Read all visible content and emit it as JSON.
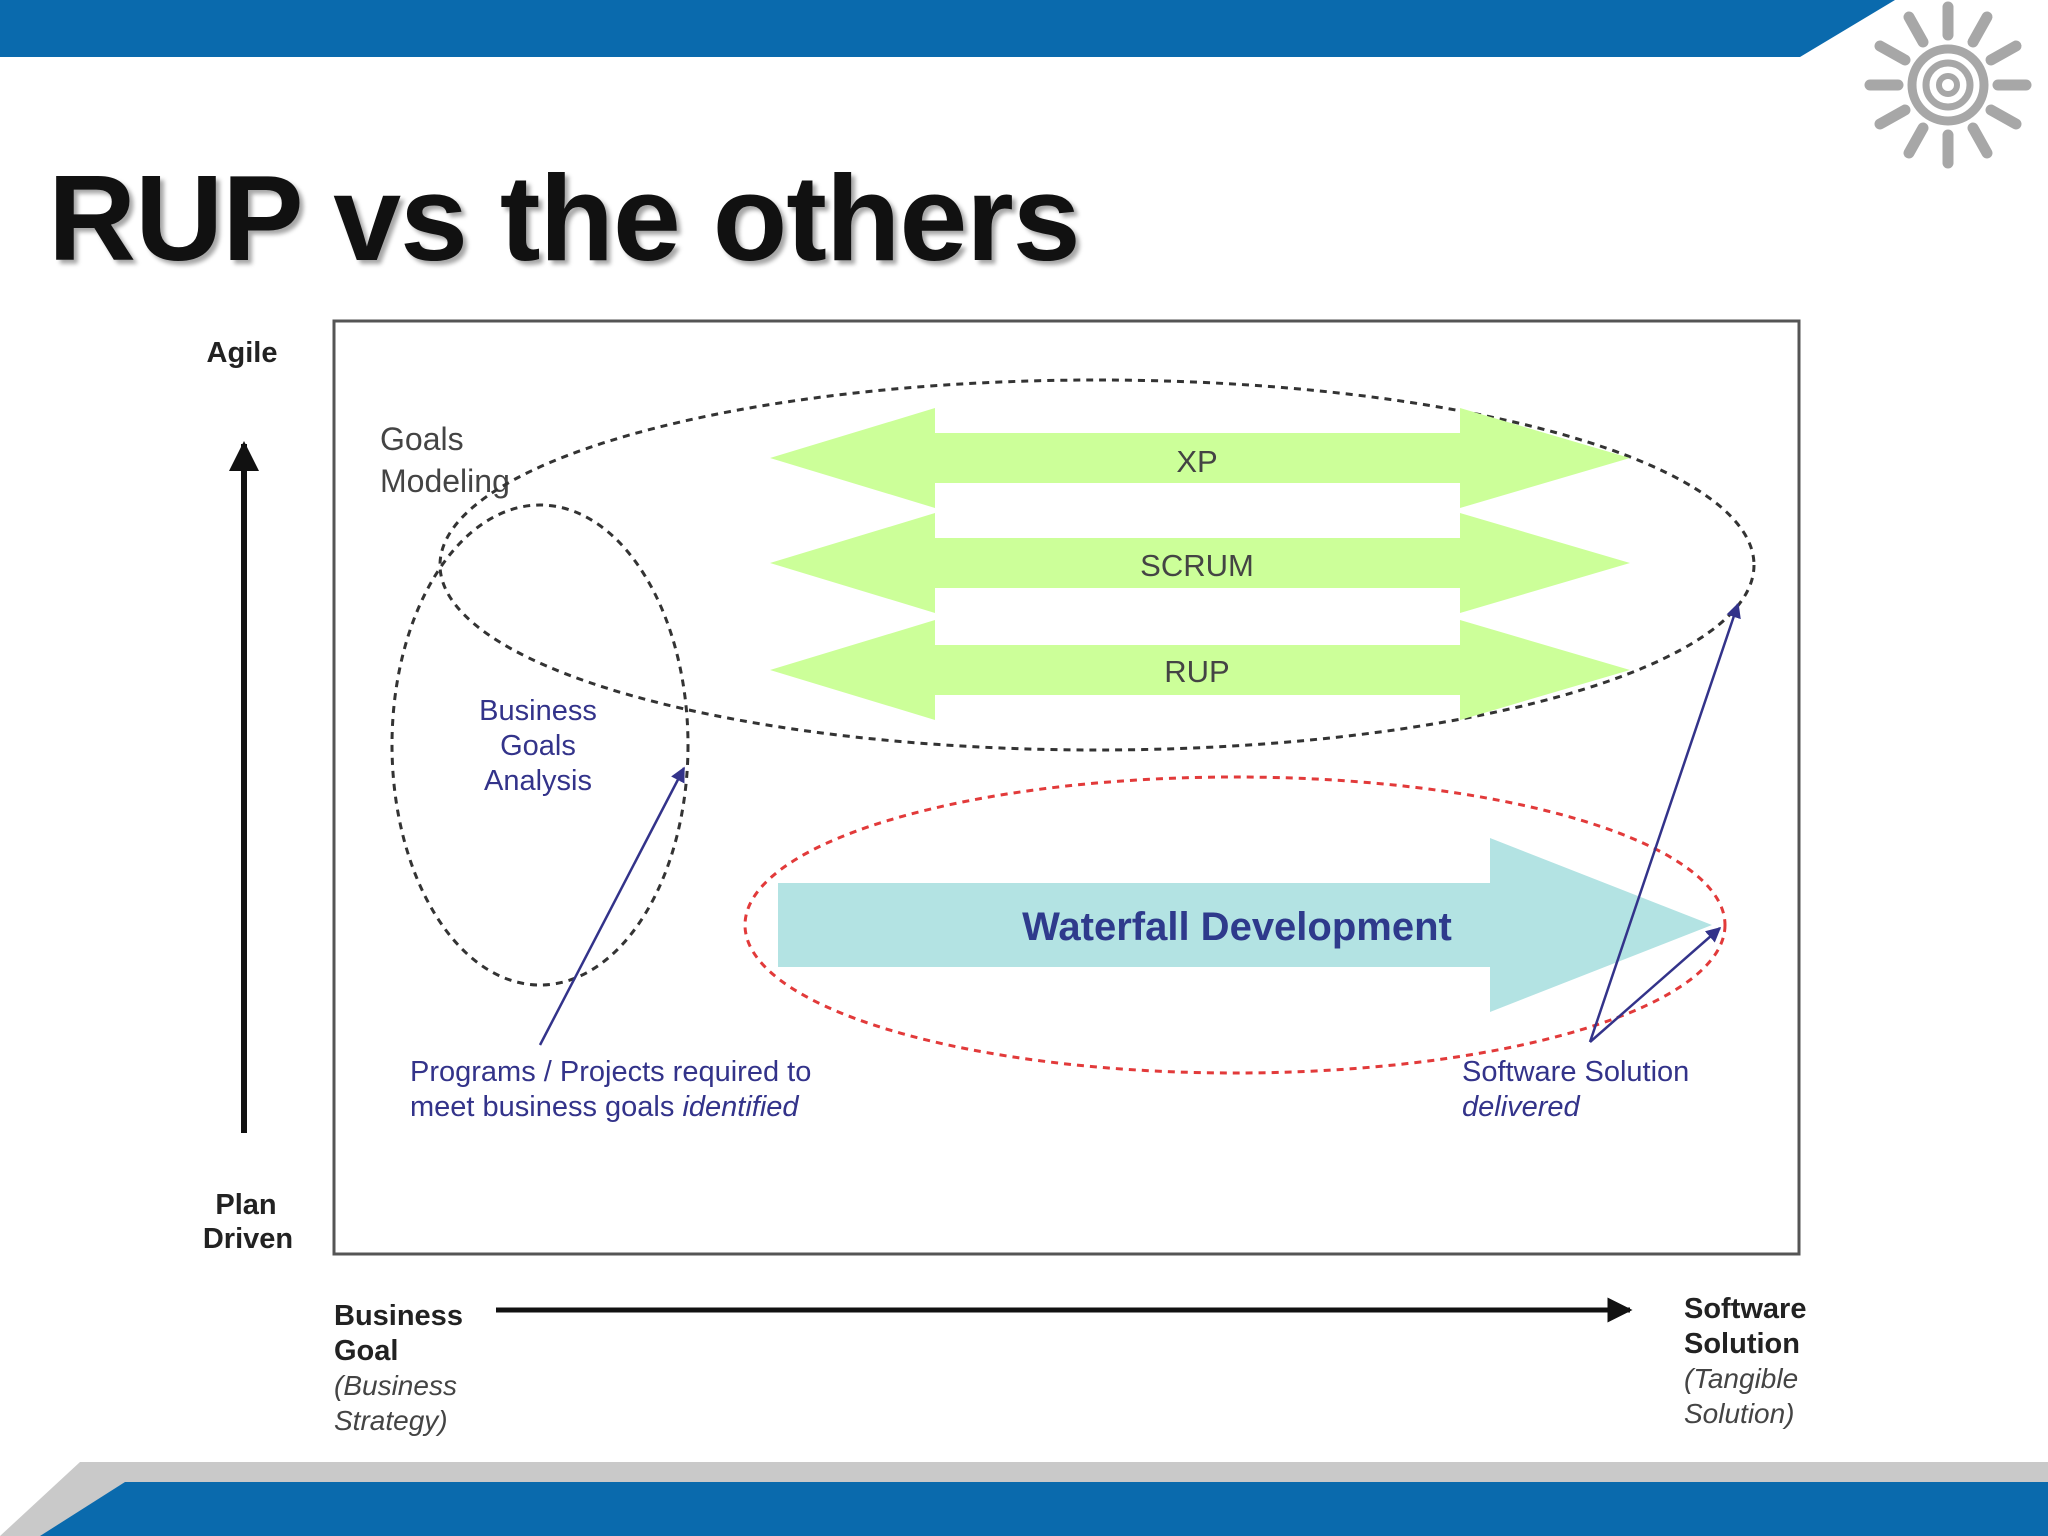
{
  "slide": {
    "title": "RUP vs the others"
  },
  "colors": {
    "brand_blue": "#0a6aad",
    "footer_gray": "#c9c9c9",
    "logo_gray": "#a7a7a7",
    "agile_arrow_fill": "#ccff99",
    "waterfall_arrow_fill": "#b3e3e3",
    "annotation_text": "#33338a",
    "red_dashed": "#e23a3a"
  },
  "icons": {
    "logo": "sun-spiral-icon"
  },
  "diagram": {
    "y_axis": {
      "top_label": "Agile",
      "bottom_label_line1": "Plan",
      "bottom_label_line2": "Driven"
    },
    "x_axis": {
      "left_label_line1": "Business",
      "left_label_line2": "Goal",
      "left_sub_line1": "(Business",
      "left_sub_line2": "Strategy)",
      "right_label_line1": "Software",
      "right_label_line2": "Solution",
      "right_sub_line1": "(Tangible",
      "right_sub_line2": "Solution)"
    },
    "goals_modeling_line1": "Goals",
    "goals_modeling_line2": "Modeling",
    "business_goals_line1": "Business",
    "business_goals_line2": "Goals",
    "business_goals_line3": "Analysis",
    "agile_methods": [
      "XP",
      "SCRUM",
      "RUP"
    ],
    "waterfall_label": "Waterfall Development",
    "programs_note_line1": "Programs / Projects required to",
    "programs_note_line2": "meet business goals ",
    "programs_note_emph": "identified",
    "software_note_line1": "Software Solution",
    "software_note_line2": "delivered"
  }
}
